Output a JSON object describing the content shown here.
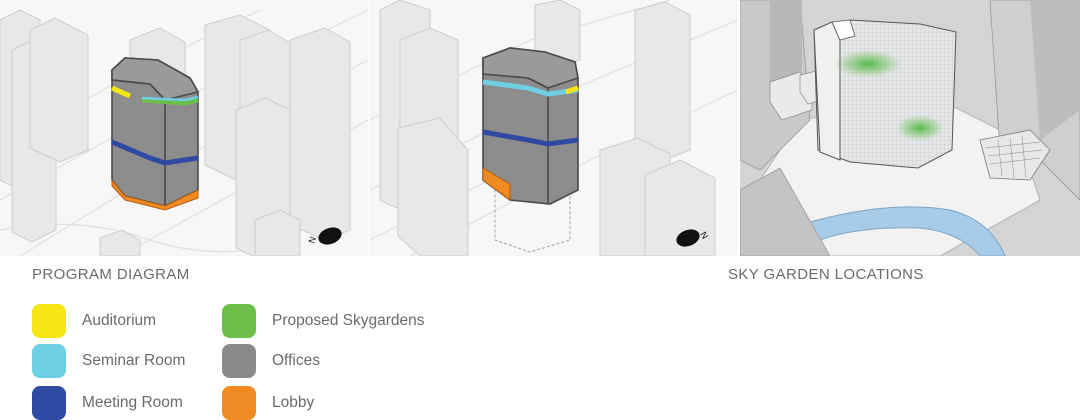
{
  "titles": {
    "program": "PROGRAM DIAGRAM",
    "sky_garden": "SKY GARDEN LOCATIONS"
  },
  "legend": [
    {
      "label": "Auditorium",
      "color": "#f5e614"
    },
    {
      "label": "Seminar Room",
      "color": "#6fcfe4"
    },
    {
      "label": "Meeting Room",
      "color": "#2f4aa3"
    },
    {
      "label": "Proposed Skygardens",
      "color": "#6cc04a"
    },
    {
      "label": "Offices",
      "color": "#8a8a8a"
    },
    {
      "label": "Lobby",
      "color": "#f08a22"
    }
  ],
  "north_arrow": {
    "label": "N"
  },
  "colors": {
    "context_building": "#e6e6e6",
    "context_outline": "#c8c8c8",
    "tower_body": "#8e8e8e",
    "tower_outline": "#4d4d4d",
    "river": "#a8cce8"
  }
}
